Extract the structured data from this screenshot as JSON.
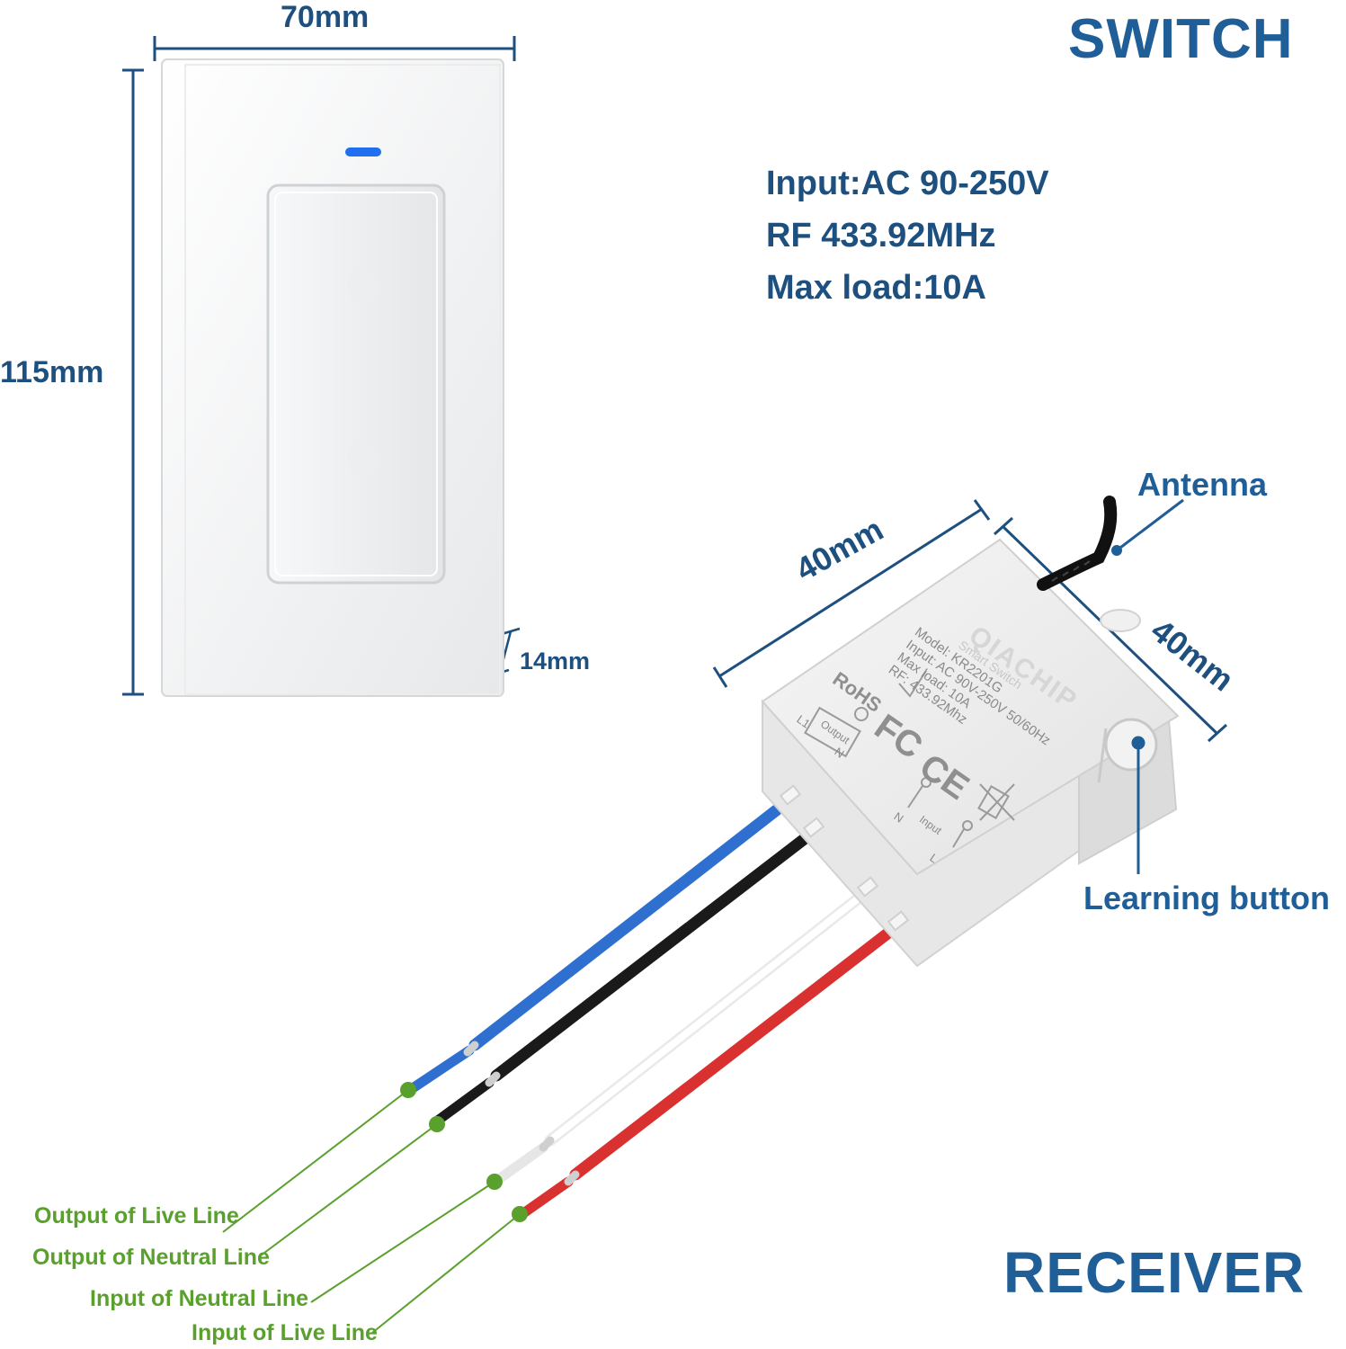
{
  "titles": {
    "switch": "SWITCH",
    "receiver": "RECEIVER"
  },
  "specs": [
    "Input:AC 90-250V",
    "RF 433.92MHz",
    "Max load:10A"
  ],
  "dimensions": {
    "switch_width": "70mm",
    "switch_height": "115mm",
    "switch_depth": "14mm",
    "receiver_length": "40mm",
    "receiver_width": "40mm"
  },
  "callouts": {
    "antenna": "Antenna",
    "learning_button": "Learning button"
  },
  "receiver_label": {
    "brand": "QIACHIP",
    "subtitle": "Smart Switch",
    "model": "Model: KR2201G",
    "input": "Input: AC 90V-250V 50/60Hz",
    "max_load": "Max load: 10A",
    "rf": "RF: 433.92Mhz",
    "rohs": "RoHS",
    "fc": "FC",
    "ce": "CE",
    "output": "Output",
    "input_small": "Input",
    "l1": "L1",
    "n": "N",
    "l": "L"
  },
  "wires": [
    {
      "label": "Output of Live Line",
      "color": "#2f6fd0"
    },
    {
      "label": "Output of Neutral Line",
      "color": "#1a1a1a"
    },
    {
      "label": "Input of Neutral Line",
      "color": "#f4f4f4"
    },
    {
      "label": "Input of Live Line",
      "color": "#d93030"
    }
  ],
  "colors": {
    "title": "#1f5e96",
    "label_green": "#5aa02c",
    "led": "#1f6ff0"
  }
}
